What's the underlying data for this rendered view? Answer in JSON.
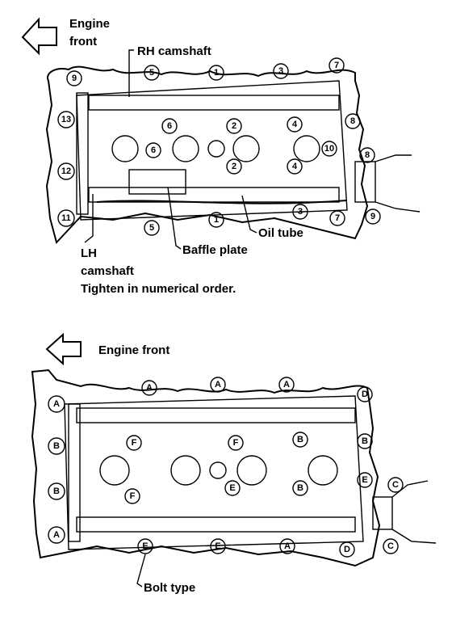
{
  "top": {
    "engine_front": [
      "Engine",
      "front"
    ],
    "rh_camshaft": "RH camshaft",
    "lh_camshaft": [
      "LH",
      "camshaft"
    ],
    "oil_tube": "Oil tube",
    "baffle_plate": "Baffle plate",
    "instruction": "Tighten in numerical order.",
    "bolt_labels": {
      "b1_top": "1",
      "b3_top": "3",
      "b5_top": "5",
      "b7_top": "7",
      "b9_top": "9",
      "b6_inner": "6",
      "b2_inner": "2",
      "b4_inner": "4",
      "b8_right": "8",
      "b10_right": "10",
      "b13": "13",
      "b12": "12",
      "b11": "11",
      "b6_mid": "6",
      "b2_mid": "2",
      "b4_mid": "4",
      "b8_mid": "8",
      "b5_bot": "5",
      "b1_bot": "1",
      "b3_bot": "3",
      "b7_bot": "7",
      "b9_bot": "9"
    }
  },
  "bottom": {
    "engine_front": "Engine front",
    "bolt_type": "Bolt type",
    "bolt_labels": {
      "a_top1": "A",
      "a_top2": "A",
      "a_top3": "A",
      "d_top": "D",
      "a_left": "A",
      "b_left1": "B",
      "b_left2": "B",
      "a_left2": "A",
      "f_1": "F",
      "f_2": "F",
      "b_mid": "B",
      "b_right": "B",
      "f_3": "F",
      "e_1": "E",
      "b_mid2": "B",
      "e_right": "E",
      "c_right1": "C",
      "e_bot1": "E",
      "e_bot2": "E",
      "a_bot": "A",
      "d_bot": "D",
      "c_right2": "C"
    }
  }
}
